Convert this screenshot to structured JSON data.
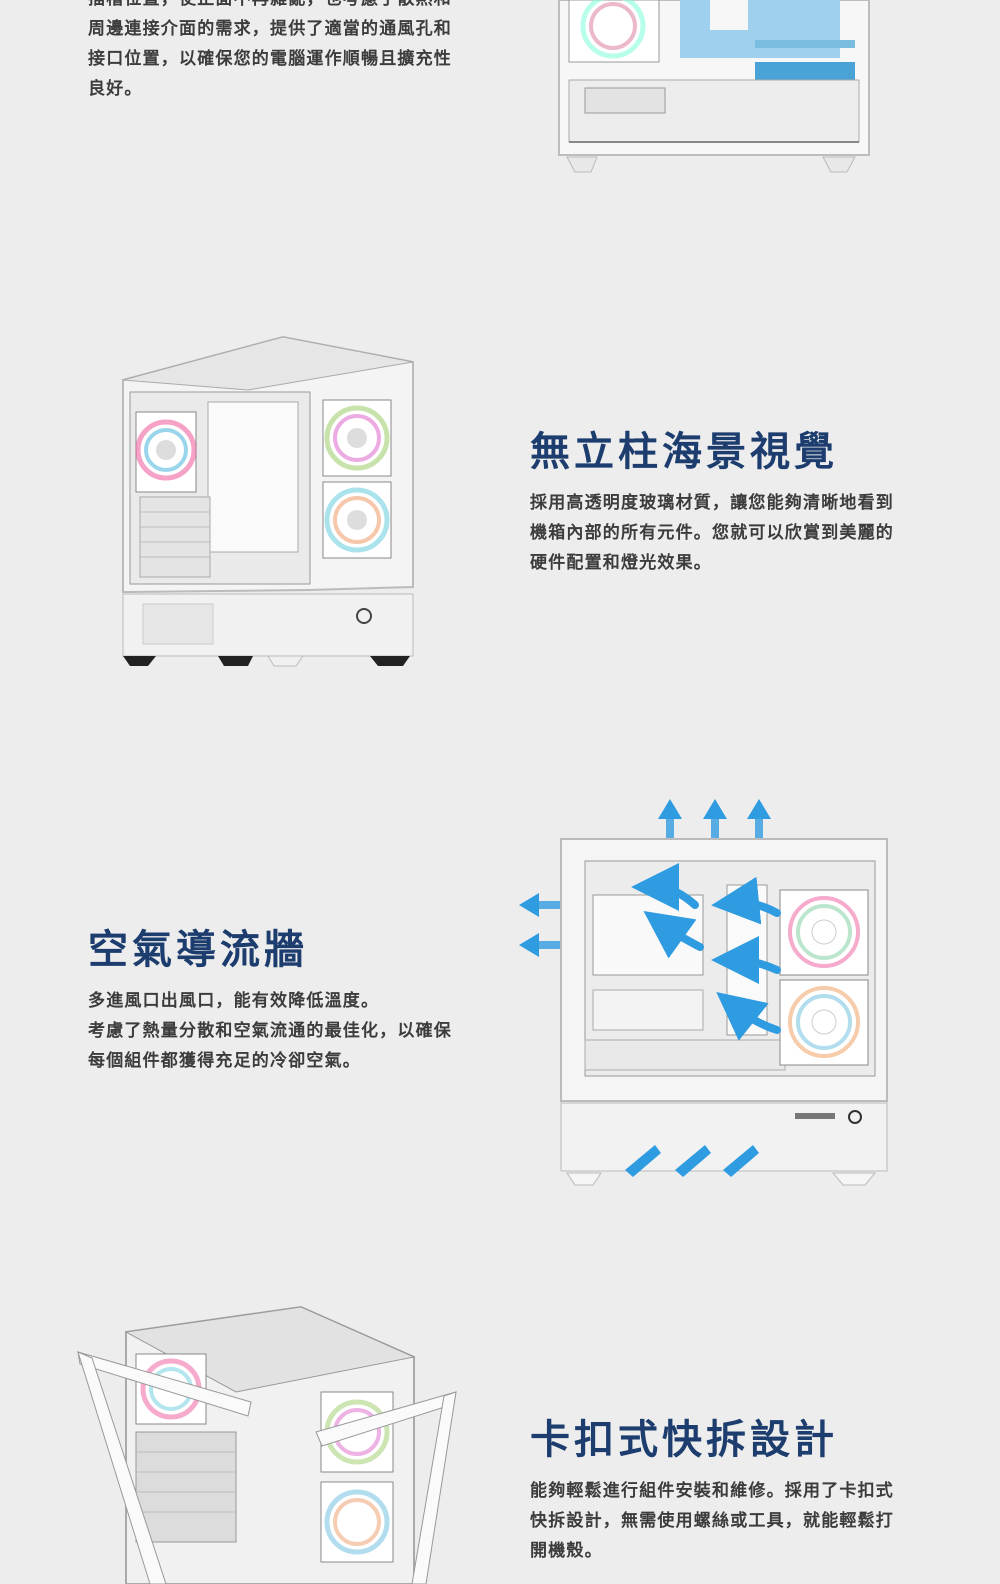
{
  "intro": {
    "lines": [
      "插槽位置，使正面不再雜亂，也考慮了散熱和",
      "周邊連接介面的需求，提供了適當的通風孔和",
      "接口位置，以確保您的電腦運作順暢且擴充性",
      "良好。"
    ]
  },
  "sections": [
    {
      "title": "無立柱海景視覺",
      "lines": [
        "採用高透明度玻璃材質，讓您能夠清晰地看到",
        "機箱內部的所有元件。您就可以欣賞到美麗的",
        "硬件配置和燈光效果。"
      ]
    },
    {
      "title": "空氣導流牆",
      "lines": [
        "多進風口出風口，能有效降低溫度。",
        "考慮了熱量分散和空氣流通的最佳化，以確保",
        "每個組件都獲得充足的冷卻空氣。"
      ]
    },
    {
      "title": "卡扣式快拆設計",
      "lines": [
        "能夠輕鬆進行組件安裝和維修。採用了卡扣式",
        "快拆設計，無需使用螺絲或工具，就能輕鬆打",
        "開機殼。"
      ]
    }
  ],
  "colors": {
    "heading": "#1c3d6e",
    "accent": "#2f9be0",
    "background": "#ededed"
  }
}
